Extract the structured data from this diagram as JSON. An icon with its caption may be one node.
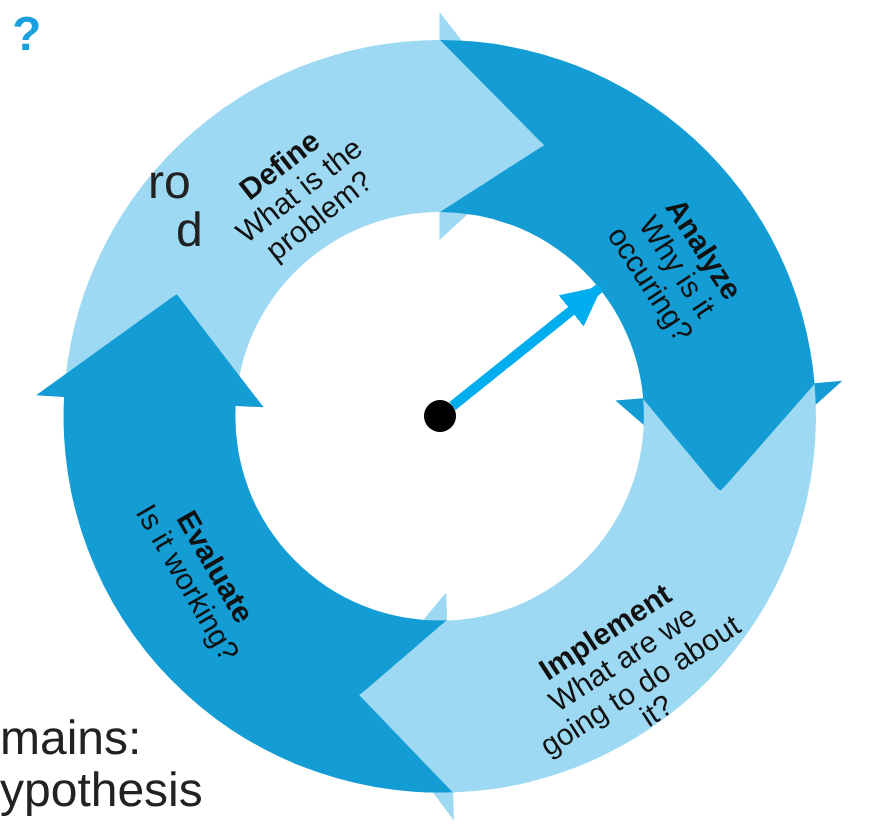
{
  "diagram": {
    "nodes": [
      {
        "text": [
          "Define",
          "What is the problem?"
        ]
      },
      {
        "text": [
          "Analyze",
          "Why is it occuring?"
        ]
      },
      {
        "text": [
          "Implement",
          "What are we going to do about it?"
        ]
      },
      {
        "text": [
          "Evaluate",
          "Is it working?"
        ]
      },
      {
        "text": [],
        "shape": "circle"
      }
    ],
    "edges": [
      {
        "from": 4,
        "to": 1,
        "arrow": "to"
      }
    ],
    "labels": [
      "?",
      "ro",
      "d",
      "mains:",
      "ypothesis"
    ]
  }
}
